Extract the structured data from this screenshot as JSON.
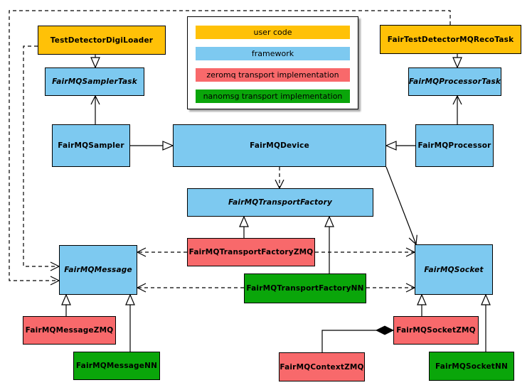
{
  "colors": {
    "background": "#FFFFFF",
    "line": "#000000",
    "user_code": "#FFC107",
    "framework": "#7DC9F0",
    "zeromq": "#F8696B",
    "nanomsg": "#0AA60A"
  },
  "legend": {
    "items": [
      {
        "label": "user code",
        "color": "#FFC107"
      },
      {
        "label": "framework",
        "color": "#7DC9F0"
      },
      {
        "label": "zeromq transport implementation",
        "color": "#F8696B"
      },
      {
        "label": "nanomsg transport implementation",
        "color": "#0AA60A"
      }
    ]
  },
  "nodes": [
    {
      "id": "TestDetectorDigiLoader",
      "label": "TestDetectorDigiLoader",
      "category": "user_code",
      "abstract": false,
      "color": "#FFC107"
    },
    {
      "id": "FairTestDetectorMQRecoTask",
      "label": "FairTestDetectorMQRecoTask",
      "category": "user_code",
      "abstract": false,
      "color": "#FFC107"
    },
    {
      "id": "FairMQSamplerTask",
      "label": "FairMQSamplerTask",
      "category": "framework",
      "abstract": true,
      "color": "#7DC9F0"
    },
    {
      "id": "FairMQProcessorTask",
      "label": "FairMQProcessorTask",
      "category": "framework",
      "abstract": true,
      "color": "#7DC9F0"
    },
    {
      "id": "FairMQSampler",
      "label": "FairMQSampler",
      "category": "framework",
      "abstract": false,
      "color": "#7DC9F0"
    },
    {
      "id": "FairMQDevice",
      "label": "FairMQDevice",
      "category": "framework",
      "abstract": false,
      "color": "#7DC9F0"
    },
    {
      "id": "FairMQProcessor",
      "label": "FairMQProcessor",
      "category": "framework",
      "abstract": false,
      "color": "#7DC9F0"
    },
    {
      "id": "FairMQTransportFactory",
      "label": "FairMQTransportFactory",
      "category": "framework",
      "abstract": true,
      "color": "#7DC9F0"
    },
    {
      "id": "FairMQTransportFactoryZMQ",
      "label": "FairMQTransportFactoryZMQ",
      "category": "zeromq",
      "abstract": false,
      "color": "#F8696B"
    },
    {
      "id": "FairMQTransportFactoryNN",
      "label": "FairMQTransportFactoryNN",
      "category": "nanomsg",
      "abstract": false,
      "color": "#0AA60A"
    },
    {
      "id": "FairMQMessage",
      "label": "FairMQMessage",
      "category": "framework",
      "abstract": true,
      "color": "#7DC9F0"
    },
    {
      "id": "FairMQSocket",
      "label": "FairMQSocket",
      "category": "framework",
      "abstract": true,
      "color": "#7DC9F0"
    },
    {
      "id": "FairMQMessageZMQ",
      "label": "FairMQMessageZMQ",
      "category": "zeromq",
      "abstract": false,
      "color": "#F8696B"
    },
    {
      "id": "FairMQMessageNN",
      "label": "FairMQMessageNN",
      "category": "nanomsg",
      "abstract": false,
      "color": "#0AA60A"
    },
    {
      "id": "FairMQSocketZMQ",
      "label": "FairMQSocketZMQ",
      "category": "zeromq",
      "abstract": false,
      "color": "#F8696B"
    },
    {
      "id": "FairMQSocketNN",
      "label": "FairMQSocketNN",
      "category": "nanomsg",
      "abstract": false,
      "color": "#0AA60A"
    },
    {
      "id": "FairMQContextZMQ",
      "label": "FairMQContextZMQ",
      "category": "zeromq",
      "abstract": false,
      "color": "#F8696B"
    }
  ],
  "edges": [
    {
      "from": "TestDetectorDigiLoader",
      "to": "FairMQSamplerTask",
      "type": "generalization"
    },
    {
      "from": "FairTestDetectorMQRecoTask",
      "to": "FairMQProcessorTask",
      "type": "generalization"
    },
    {
      "from": "FairMQSampler",
      "to": "FairMQDevice",
      "type": "generalization"
    },
    {
      "from": "FairMQProcessor",
      "to": "FairMQDevice",
      "type": "generalization"
    },
    {
      "from": "FairMQTransportFactoryZMQ",
      "to": "FairMQTransportFactory",
      "type": "generalization"
    },
    {
      "from": "FairMQTransportFactoryNN",
      "to": "FairMQTransportFactory",
      "type": "generalization"
    },
    {
      "from": "FairMQMessageZMQ",
      "to": "FairMQMessage",
      "type": "generalization"
    },
    {
      "from": "FairMQMessageNN",
      "to": "FairMQMessage",
      "type": "generalization"
    },
    {
      "from": "FairMQSocketZMQ",
      "to": "FairMQSocket",
      "type": "generalization"
    },
    {
      "from": "FairMQSocketNN",
      "to": "FairMQSocket",
      "type": "generalization"
    },
    {
      "from": "FairMQSampler",
      "to": "FairMQSamplerTask",
      "type": "association"
    },
    {
      "from": "FairMQProcessor",
      "to": "FairMQProcessorTask",
      "type": "association"
    },
    {
      "from": "FairMQDevice",
      "to": "FairMQSocket",
      "type": "association"
    },
    {
      "from": "FairMQDevice",
      "to": "FairMQTransportFactory",
      "type": "dependency"
    },
    {
      "from": "TestDetectorDigiLoader",
      "to": "FairMQMessage",
      "type": "dependency"
    },
    {
      "from": "FairTestDetectorMQRecoTask",
      "to": "FairMQMessage",
      "type": "dependency"
    },
    {
      "from": "FairMQTransportFactoryZMQ",
      "to": "FairMQMessage",
      "type": "dependency"
    },
    {
      "from": "FairMQTransportFactoryZMQ",
      "to": "FairMQSocket",
      "type": "dependency"
    },
    {
      "from": "FairMQTransportFactoryNN",
      "to": "FairMQMessage",
      "type": "dependency"
    },
    {
      "from": "FairMQTransportFactoryNN",
      "to": "FairMQSocket",
      "type": "dependency"
    },
    {
      "from": "FairMQContextZMQ",
      "to": "FairMQSocketZMQ",
      "type": "composition"
    }
  ]
}
